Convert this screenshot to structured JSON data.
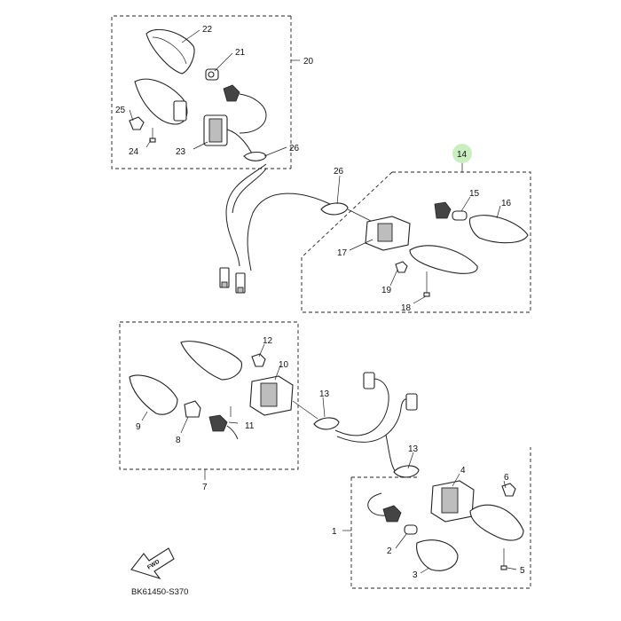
{
  "diagram": {
    "drawing_code": "BK61450-S370",
    "fwd_label": "FWD",
    "highlight_color": "#c9efbf",
    "callouts": [
      {
        "id": "c22",
        "text": "22"
      },
      {
        "id": "c21",
        "text": "21"
      },
      {
        "id": "c20",
        "text": "20"
      },
      {
        "id": "c25",
        "text": "25"
      },
      {
        "id": "c24",
        "text": "24"
      },
      {
        "id": "c23",
        "text": "23"
      },
      {
        "id": "c26a",
        "text": "26"
      },
      {
        "id": "c14",
        "text": "14"
      },
      {
        "id": "c26b",
        "text": "26"
      },
      {
        "id": "c15",
        "text": "15"
      },
      {
        "id": "c16",
        "text": "16"
      },
      {
        "id": "c17",
        "text": "17"
      },
      {
        "id": "c19",
        "text": "19"
      },
      {
        "id": "c18",
        "text": "18"
      },
      {
        "id": "c12",
        "text": "12"
      },
      {
        "id": "c10",
        "text": "10"
      },
      {
        "id": "c9",
        "text": "9"
      },
      {
        "id": "c13a",
        "text": "13"
      },
      {
        "id": "c11",
        "text": "11"
      },
      {
        "id": "c8",
        "text": "8"
      },
      {
        "id": "c7",
        "text": "7"
      },
      {
        "id": "c13b",
        "text": "13"
      },
      {
        "id": "c4",
        "text": "4"
      },
      {
        "id": "c6",
        "text": "6"
      },
      {
        "id": "c1",
        "text": "1"
      },
      {
        "id": "c2",
        "text": "2"
      },
      {
        "id": "c5",
        "text": "5"
      },
      {
        "id": "c3",
        "text": "3"
      }
    ]
  }
}
